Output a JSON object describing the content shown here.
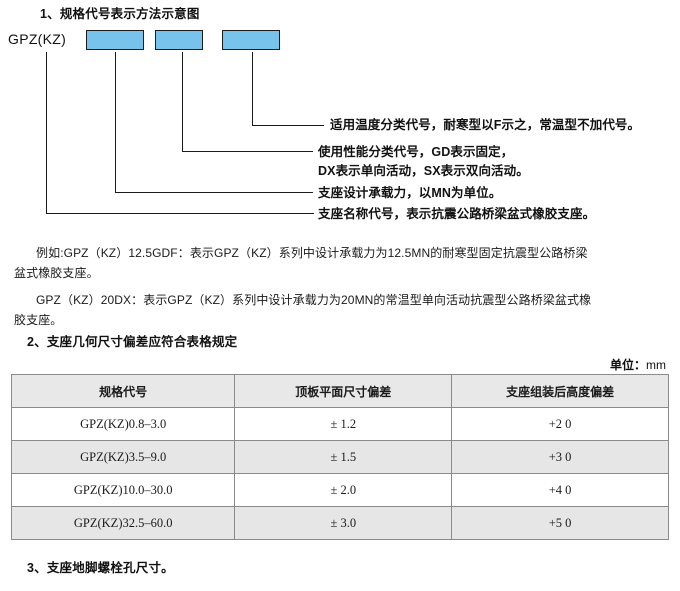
{
  "document": {
    "sections": {
      "s1_title": "1、规格代号表示方法示意图",
      "s2_title": "2、支座几何尺寸偏差应符合表格规定",
      "s3_title": "3、支座地脚螺栓孔尺寸。"
    },
    "diagram": {
      "code_label": "GPZ(KZ)",
      "slots": [
        {
          "name": "slot-1",
          "value": ""
        },
        {
          "name": "slot-2",
          "value": ""
        },
        {
          "name": "slot-3",
          "value": ""
        }
      ],
      "legend": [
        {
          "id": "temperature-class",
          "lines": [
            "适用温度分类代号，耐寒型以F示之，常温型不加代号。"
          ]
        },
        {
          "id": "performance-class",
          "lines": [
            "使用性能分类代号，GD表示固定，",
            "DX表示单向活动，SX表示双向活动。"
          ]
        },
        {
          "id": "design-bearing-capacity",
          "lines": [
            "支座设计承载力，以MN为单位。"
          ]
        },
        {
          "id": "bearing-name-code",
          "lines": [
            "支座名称代号，表示抗震公路桥梁盆式橡胶支座。"
          ]
        }
      ],
      "box_color": "#77c3ec",
      "line_color": "#1b1b1b"
    },
    "examples": [
      {
        "id": "example-1",
        "line1": "例如:GPZ（KZ）12.5GDF：表示GPZ（KZ）系列中设计承载力为12.5MN的耐寒型固定抗震型公路桥梁",
        "line2": "盆式橡胶支座。"
      },
      {
        "id": "example-2",
        "line1": "GPZ（KZ）20DX：表示GPZ（KZ）系列中设计承载力为20MN的常温型单向活动抗震型公路桥梁盆式橡",
        "line2": "胶支座。"
      }
    ],
    "table": {
      "unit_label": "单位：",
      "unit_value": "mm",
      "headers": [
        "规格代号",
        "顶板平面尺寸偏差",
        "支座组装后高度偏差"
      ],
      "rows": [
        {
          "spec": "GPZ(KZ)0.8–3.0",
          "plate_tolerance": "± 1.2",
          "height_tolerance": "+2  0"
        },
        {
          "spec": "GPZ(KZ)3.5–9.0",
          "plate_tolerance": "± 1.5",
          "height_tolerance": "+3  0"
        },
        {
          "spec": "GPZ(KZ)10.0–30.0",
          "plate_tolerance": "± 2.0",
          "height_tolerance": "+4  0"
        },
        {
          "spec": "GPZ(KZ)32.5–60.0",
          "plate_tolerance": "± 3.0",
          "height_tolerance": "+5  0"
        }
      ],
      "header_bg": "#e8e8e8",
      "row_alt_bg": "#e6e6e6",
      "border_color": "#8a8a8a"
    }
  }
}
